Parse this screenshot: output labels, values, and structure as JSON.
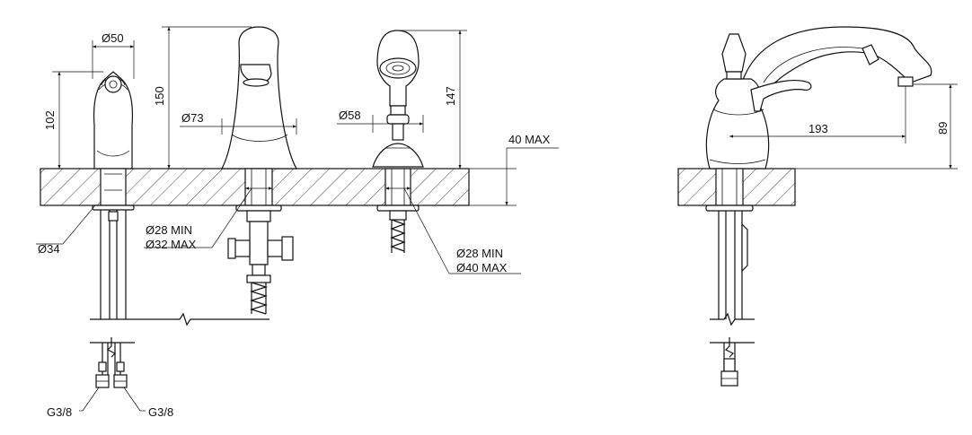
{
  "dimensions": {
    "handle_diameter": "Ø50",
    "handle_height": "102",
    "spout_height": "150",
    "spout_diameter": "Ø73",
    "shower_height": "147",
    "shower_diameter": "Ø58",
    "deck_thickness": "40 MAX",
    "handle_base_diameter": "Ø34",
    "spout_hole_min": "Ø28 MIN",
    "spout_hole_max": "Ø32 MAX",
    "shower_hole_min": "Ø28 MIN",
    "shower_hole_max": "Ø40 MAX",
    "connection_left": "G3/8",
    "connection_right": "G3/8",
    "spout_reach": "193",
    "spout_outlet_height": "89"
  }
}
